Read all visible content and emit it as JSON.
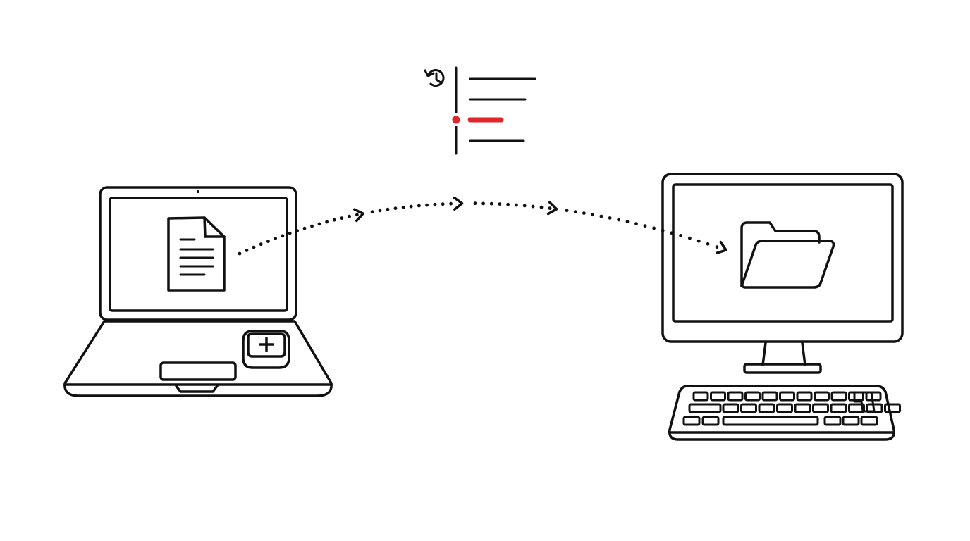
{
  "colors": {
    "ink": "#111111",
    "accent": "#e0262b",
    "paper": "#ffffff"
  },
  "nodes": [
    {
      "id": "laptop",
      "icon": "laptop-icon",
      "screen_icon": "document-icon",
      "key_icon": "plus-key-icon"
    },
    {
      "id": "desktop",
      "icon": "desktop-computer-icon",
      "screen_icon": "folder-icon"
    }
  ],
  "edges": [
    {
      "from": "laptop",
      "to": "desktop",
      "style": "dotted-arrow",
      "arrowheads": 4
    }
  ],
  "version_history": {
    "icon": "history-icon",
    "entries": 4,
    "highlighted_entry": 3
  }
}
